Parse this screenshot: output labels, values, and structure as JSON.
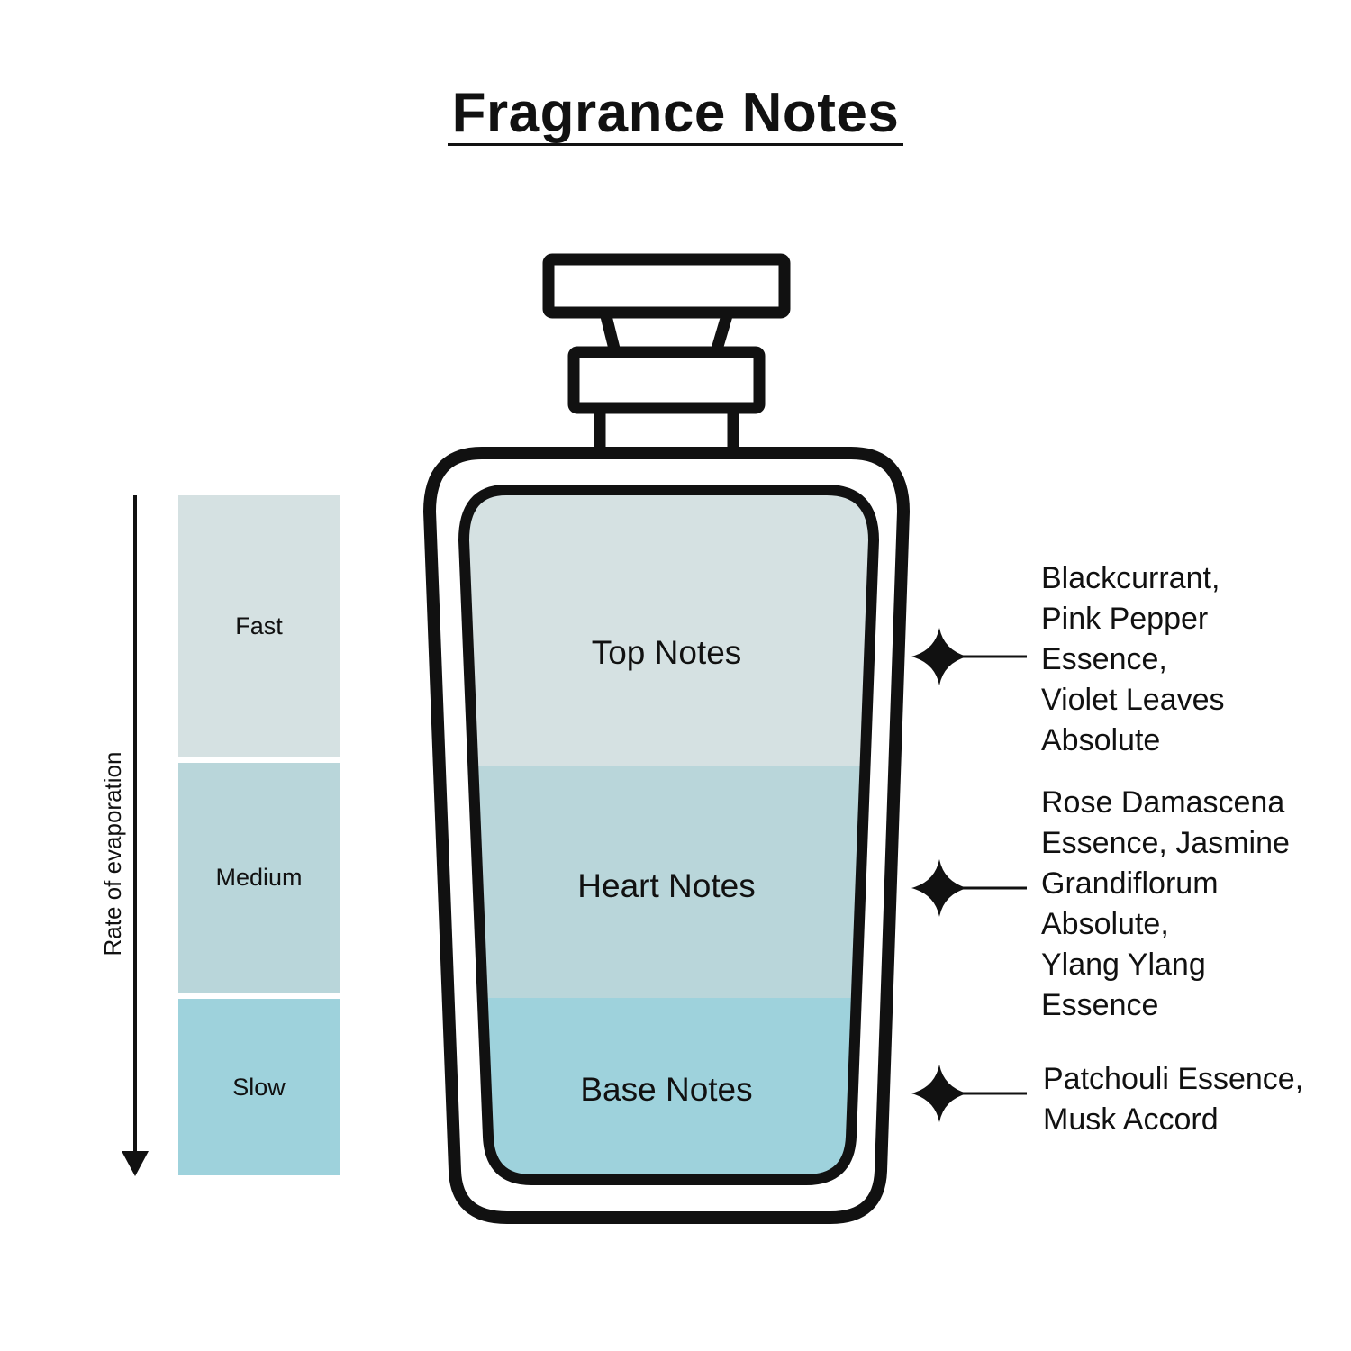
{
  "title": "Fragrance Notes",
  "rate_axis": {
    "label": "Rate of evaporation"
  },
  "rate_bands": [
    {
      "label": "Fast",
      "color": "#d5e1e2"
    },
    {
      "label": "Medium",
      "color": "#b9d6da"
    },
    {
      "label": "Slow",
      "color": "#9ed2dc"
    }
  ],
  "layers": [
    {
      "name": "Top Notes",
      "color": "#d5e1e2",
      "ingredients": [
        "Blackcurrant,",
        "Pink Pepper",
        "Essence,",
        "Violet Leaves",
        "Absolute"
      ]
    },
    {
      "name": "Heart Notes",
      "color": "#b9d6da",
      "ingredients": [
        "Rose Damascena",
        "Essence, Jasmine",
        "Grandiflorum",
        "Absolute,",
        "Ylang Ylang",
        "Essence"
      ]
    },
    {
      "name": "Base Notes",
      "color": "#9ed2dc",
      "ingredients": [
        "Patchouli Essence,",
        "Musk Accord"
      ]
    }
  ],
  "colors": {
    "outline": "#111111",
    "background": "#ffffff"
  }
}
